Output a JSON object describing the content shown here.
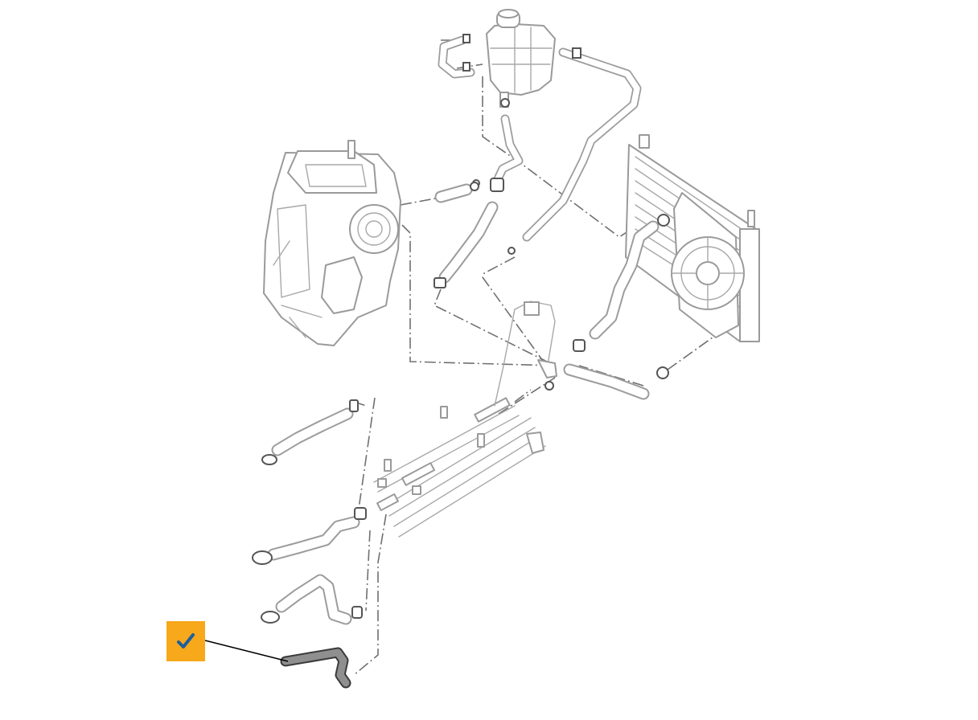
{
  "diagram": {
    "highlight_color": "#8f8f8f",
    "badge_color": "#f7a81b",
    "check_color": "#1d5f9e",
    "badge_icon": "checkmark-icon",
    "components": [
      "coolant-expansion-tank",
      "heater-blower-housing",
      "radiator-with-fan",
      "coolant-pipe-assembly",
      "coolant-hoses",
      "hose-clamps"
    ]
  }
}
